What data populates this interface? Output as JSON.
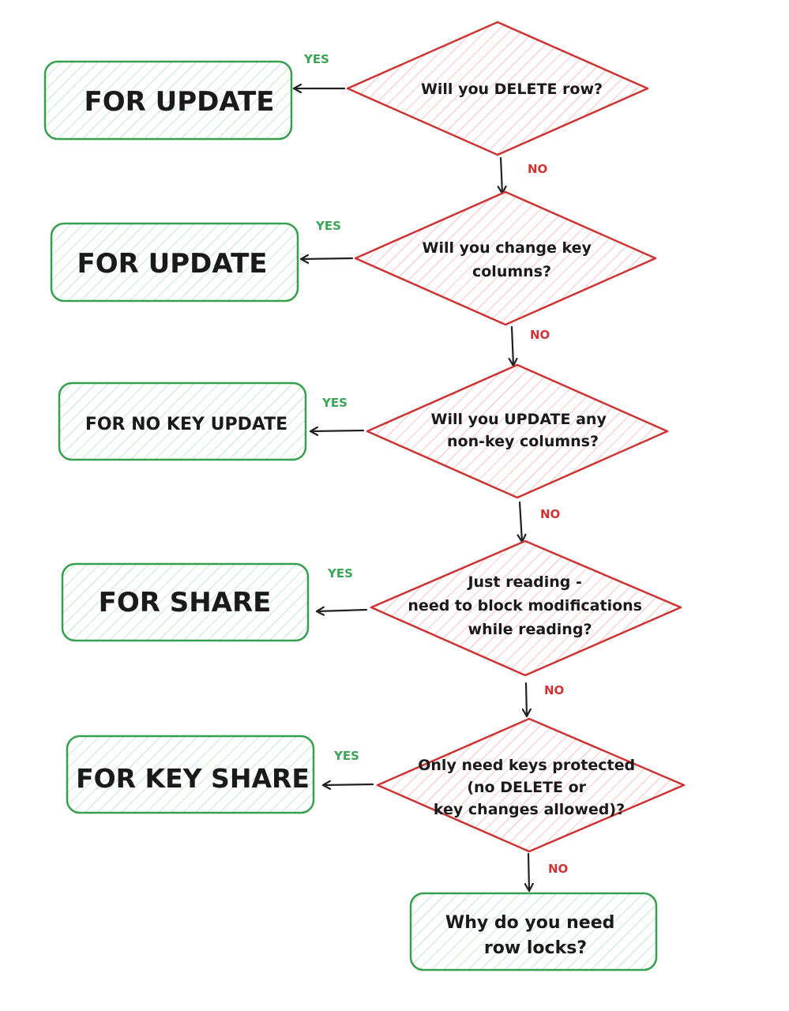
{
  "decisions": [
    {
      "lines": [
        "Will you DELETE row?"
      ],
      "yes_label": "YES",
      "no_label": "NO"
    },
    {
      "lines": [
        "Will you change key",
        "columns?"
      ],
      "yes_label": "YES",
      "no_label": "NO"
    },
    {
      "lines": [
        "Will you UPDATE any",
        "non-key  columns?"
      ],
      "yes_label": "YES",
      "no_label": "NO"
    },
    {
      "lines": [
        "Just reading -",
        "need to block modifications",
        "while reading?"
      ],
      "yes_label": "YES",
      "no_label": "NO"
    },
    {
      "lines": [
        "Only need keys protected",
        "(no DELETE or",
        "key changes allowed)?"
      ],
      "yes_label": "YES",
      "no_label": "NO"
    }
  ],
  "outcomes": [
    {
      "label": "FOR UPDATE"
    },
    {
      "label": "FOR UPDATE"
    },
    {
      "label": "FOR NO KEY UPDATE"
    },
    {
      "label": "FOR SHARE"
    },
    {
      "label": "FOR KEY SHARE"
    }
  ],
  "final": {
    "lines": [
      "Why do you need",
      "row locks?"
    ]
  },
  "colors": {
    "decision_stroke": "#cc3333",
    "decision_hatch": "#f2a5a5",
    "outcome_stroke": "#37a04f",
    "outcome_hatch": "#a9dcb3",
    "yes_label": "#3aa655",
    "no_label": "#d03333",
    "arrow": "#222222"
  }
}
